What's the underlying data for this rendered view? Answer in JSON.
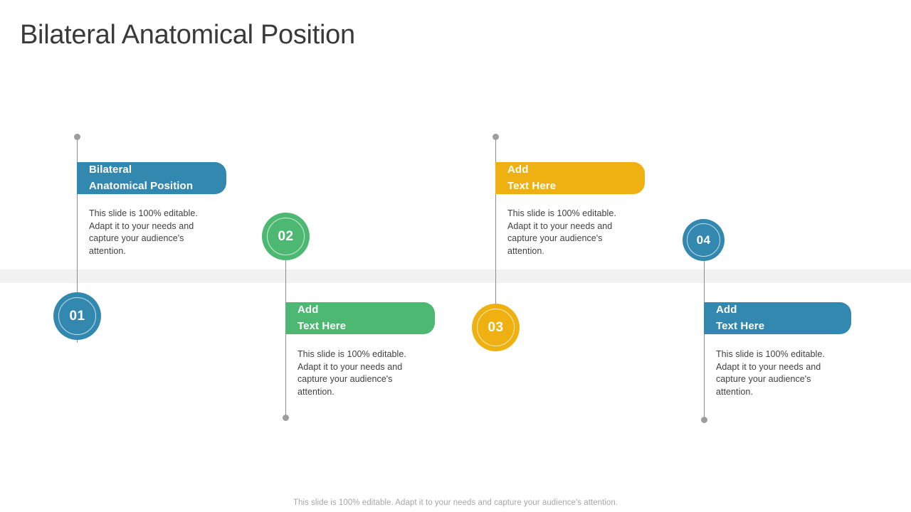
{
  "slide": {
    "title": "Bilateral Anatomical Position",
    "footer_note": "This slide is 100% editable. Adapt it to your needs and capture your audience's attention.",
    "background_color": "#ffffff",
    "title_color": "#3a3a3a",
    "band_color": "#f1f1f2",
    "axis_color": "#8c8c8c",
    "dot_color": "#9d9d9d",
    "body_text_color": "#404040",
    "footer_color": "#a6a6a6"
  },
  "palette": {
    "blue": "#3288ae",
    "green": "#4cb872",
    "yellow": "#eeb111"
  },
  "items": [
    {
      "number": "01",
      "color": "#3288ae",
      "heading_line1": "Bilateral",
      "heading_line2": "Anatomical Position",
      "body": "This slide is 100% editable. Adapt it to your needs and capture your audience's attention.",
      "orientation": "top",
      "badge_position": "bottom"
    },
    {
      "number": "02",
      "color": "#4cb872",
      "heading_line1": "Add",
      "heading_line2": "Text Here",
      "body": "This slide is 100% editable. Adapt it to your needs and capture your audience's attention.",
      "orientation": "bottom",
      "badge_position": "top"
    },
    {
      "number": "03",
      "color": "#eeb111",
      "heading_line1": "Add",
      "heading_line2": "Text Here",
      "body": "This slide is 100% editable. Adapt it to your needs and capture your audience's attention.",
      "orientation": "top",
      "badge_position": "bottom"
    },
    {
      "number": "04",
      "color": "#3288ae",
      "heading_line1": "Add",
      "heading_line2": "Text Here",
      "body": "This slide is 100% editable. Adapt it to your needs and capture your audience's attention.",
      "orientation": "bottom",
      "badge_position": "top"
    }
  ]
}
